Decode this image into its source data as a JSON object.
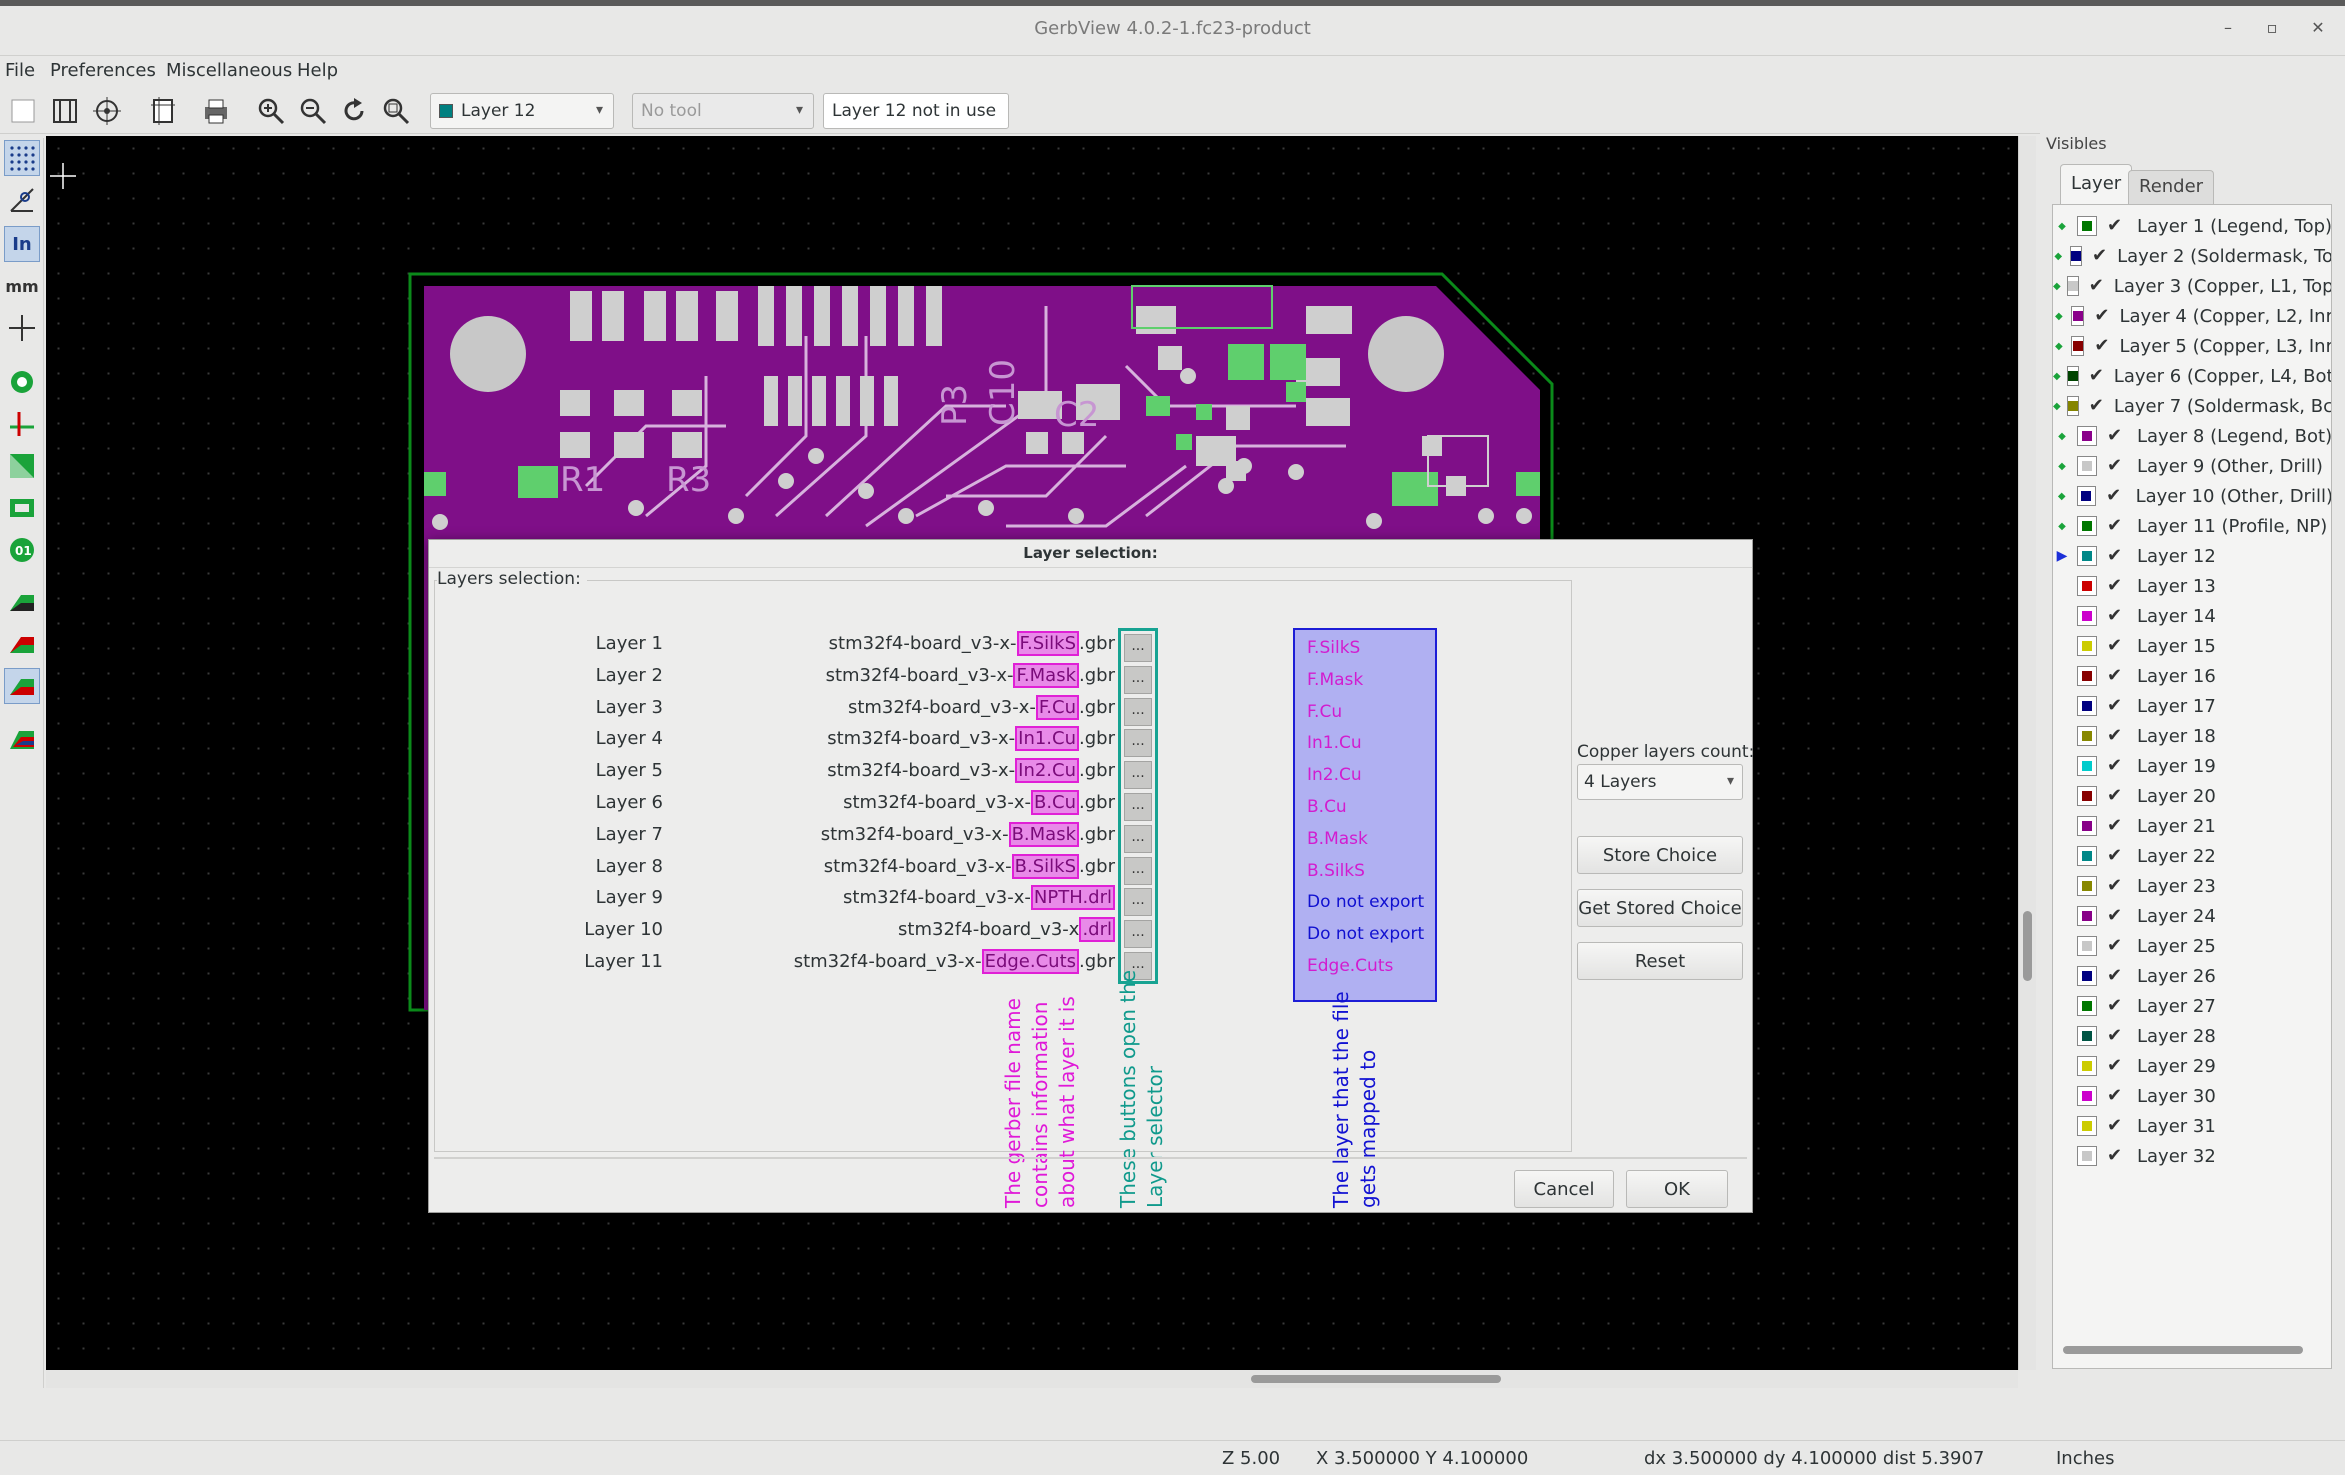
{
  "window": {
    "title": "GerbView 4.0.2-1.fc23-product",
    "minimize": "–",
    "maximize": "▫",
    "close": "✕"
  },
  "menu": [
    "File",
    "Preferences",
    "Miscellaneous",
    "Help"
  ],
  "toolbar": {
    "layer_combo": "Layer 12",
    "tool_combo": "No tool",
    "status_field": "Layer 12 not in use",
    "icons": [
      "new-icon",
      "film-icon",
      "target-icon",
      "page-icon",
      "print-icon",
      "zoom-in-icon",
      "zoom-out-icon",
      "redraw-icon",
      "zoom-fit-icon"
    ]
  },
  "left_tools": {
    "inch_label": "In",
    "mm_label": "mm"
  },
  "pcb": {
    "silk_texts": [
      "R1",
      "R3",
      "P3",
      "C10",
      "C2"
    ]
  },
  "visibles": {
    "header": "Visibles",
    "tabs": [
      "Layer",
      "Render"
    ],
    "layers": [
      {
        "name": "Layer 1 (Legend, Top)",
        "color": "#007700",
        "used": true
      },
      {
        "name": "Layer 2 (Soldermask, To",
        "color": "#000080",
        "used": true
      },
      {
        "name": "Layer 3 (Copper, L1, Top",
        "color": "#c8c8c8",
        "used": true
      },
      {
        "name": "Layer 4 (Copper, L2, Inr",
        "color": "#8a008a",
        "used": true
      },
      {
        "name": "Layer 5 (Copper, L3, Inr",
        "color": "#880000",
        "used": true
      },
      {
        "name": "Layer 6 (Copper, L4, Bot",
        "color": "#004400",
        "used": true
      },
      {
        "name": "Layer 7 (Soldermask, Bc",
        "color": "#848400",
        "used": true
      },
      {
        "name": "Layer 8 (Legend, Bot)",
        "color": "#8a008a",
        "used": true
      },
      {
        "name": "Layer 9 (Other, Drill)",
        "color": "#c8c8c8",
        "used": true
      },
      {
        "name": "Layer 10 (Other, Drill)",
        "color": "#000080",
        "used": true
      },
      {
        "name": "Layer 11 (Profile, NP)",
        "color": "#007700",
        "used": true
      },
      {
        "name": "Layer 12",
        "color": "#008888",
        "used": false,
        "current": true
      },
      {
        "name": "Layer 13",
        "color": "#cc0000",
        "used": false
      },
      {
        "name": "Layer 14",
        "color": "#cc00cc",
        "used": false
      },
      {
        "name": "Layer 15",
        "color": "#cccc00",
        "used": false
      },
      {
        "name": "Layer 16",
        "color": "#880000",
        "used": false
      },
      {
        "name": "Layer 17",
        "color": "#000080",
        "used": false
      },
      {
        "name": "Layer 18",
        "color": "#888800",
        "used": false
      },
      {
        "name": "Layer 19",
        "color": "#00cccc",
        "used": false
      },
      {
        "name": "Layer 20",
        "color": "#880000",
        "used": false
      },
      {
        "name": "Layer 21",
        "color": "#880088",
        "used": false
      },
      {
        "name": "Layer 22",
        "color": "#008888",
        "used": false
      },
      {
        "name": "Layer 23",
        "color": "#888800",
        "used": false
      },
      {
        "name": "Layer 24",
        "color": "#880088",
        "used": false
      },
      {
        "name": "Layer 25",
        "color": "#c8c8c8",
        "used": false
      },
      {
        "name": "Layer 26",
        "color": "#000080",
        "used": false
      },
      {
        "name": "Layer 27",
        "color": "#007700",
        "used": false
      },
      {
        "name": "Layer 28",
        "color": "#005544",
        "used": false
      },
      {
        "name": "Layer 29",
        "color": "#cccc00",
        "used": false
      },
      {
        "name": "Layer 30",
        "color": "#cc00cc",
        "used": false
      },
      {
        "name": "Layer 31",
        "color": "#cccc00",
        "used": false
      },
      {
        "name": "Layer 32",
        "color": "#c8c8c8",
        "used": false
      }
    ]
  },
  "status": {
    "zoom": "Z 5.00",
    "xy": "X 3.500000  Y 4.100000",
    "delta": "dx 3.500000  dy 4.100000  dist 5.3907",
    "units": "Inches"
  },
  "dialog": {
    "title": "Layer selection:",
    "frame_label": "Layers selection:",
    "rows": [
      {
        "layer": "Layer 1",
        "prefix": "stm32f4-board_v3-x-",
        "key": "F.SilkS",
        "suffix": ".gbr",
        "target": "F.SilkS",
        "target_type": "pink"
      },
      {
        "layer": "Layer 2",
        "prefix": "stm32f4-board_v3-x-",
        "key": "F.Mask",
        "suffix": ".gbr",
        "target": "F.Mask",
        "target_type": "pink"
      },
      {
        "layer": "Layer 3",
        "prefix": "stm32f4-board_v3-x-",
        "key": "F.Cu",
        "suffix": ".gbr",
        "target": "F.Cu",
        "target_type": "pink"
      },
      {
        "layer": "Layer 4",
        "prefix": "stm32f4-board_v3-x-",
        "key": "In1.Cu",
        "suffix": ".gbr",
        "target": "In1.Cu",
        "target_type": "pink"
      },
      {
        "layer": "Layer 5",
        "prefix": "stm32f4-board_v3-x-",
        "key": "In2.Cu",
        "suffix": ".gbr",
        "target": "In2.Cu",
        "target_type": "pink"
      },
      {
        "layer": "Layer 6",
        "prefix": "stm32f4-board_v3-x-",
        "key": "B.Cu",
        "suffix": ".gbr",
        "target": "B.Cu",
        "target_type": "pink"
      },
      {
        "layer": "Layer 7",
        "prefix": "stm32f4-board_v3-x-",
        "key": "B.Mask",
        "suffix": ".gbr",
        "target": "B.Mask",
        "target_type": "pink"
      },
      {
        "layer": "Layer 8",
        "prefix": "stm32f4-board_v3-x-",
        "key": "B.SilkS",
        "suffix": ".gbr",
        "target": "B.SilkS",
        "target_type": "pink"
      },
      {
        "layer": "Layer 9",
        "prefix": "stm32f4-board_v3-x-",
        "key": "NPTH.drl",
        "suffix": "",
        "target": "Do not export",
        "target_type": "blue"
      },
      {
        "layer": "Layer 10",
        "prefix": "stm32f4-board_v3-x",
        "key": ".drl",
        "suffix": "",
        "target": "Do not export",
        "target_type": "blue"
      },
      {
        "layer": "Layer 11",
        "prefix": "stm32f4-board_v3-x-",
        "key": "Edge.Cuts",
        "suffix": ".gbr",
        "target": "Edge.Cuts",
        "target_type": "pink"
      }
    ],
    "button_label": "...",
    "annotations": {
      "filename_note": [
        "The gerber file name",
        "contains information",
        "about what layer it is"
      ],
      "button_note": [
        "These buttons open the",
        "Layer selector"
      ],
      "target_note": [
        "The layer that the file",
        "gets mapped to"
      ]
    },
    "copper_label": "Copper layers count:",
    "copper_value": "4 Layers",
    "store_choice": "Store Choice",
    "get_stored_choice": "Get Stored Choice",
    "reset": "Reset",
    "cancel": "Cancel",
    "ok": "OK"
  }
}
